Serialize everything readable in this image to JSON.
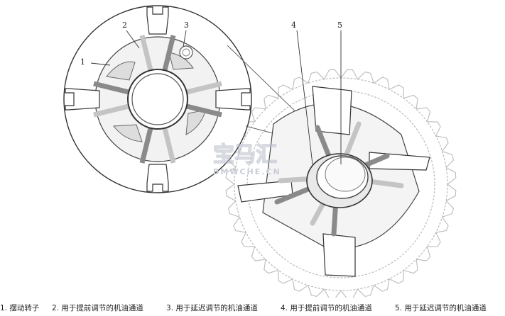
{
  "callouts": [
    "1",
    "2",
    "3",
    "4",
    "5"
  ],
  "caption": {
    "items": [
      "1. 摆动转子",
      "2. 用于提前调节的机油通道",
      "3. 用于延迟调节的机油通道",
      "4. 用于提前调节的机油通道",
      "5. 用于延迟调节的机油通道"
    ]
  },
  "watermark": {
    "logo": "宝马汇",
    "url": "BMWCHE.CN"
  },
  "colors": {
    "line": "#333333",
    "advance_channel": "#8a8a8a",
    "retard_channel": "#c4c4c4",
    "watermark": "#c9ccd6"
  }
}
